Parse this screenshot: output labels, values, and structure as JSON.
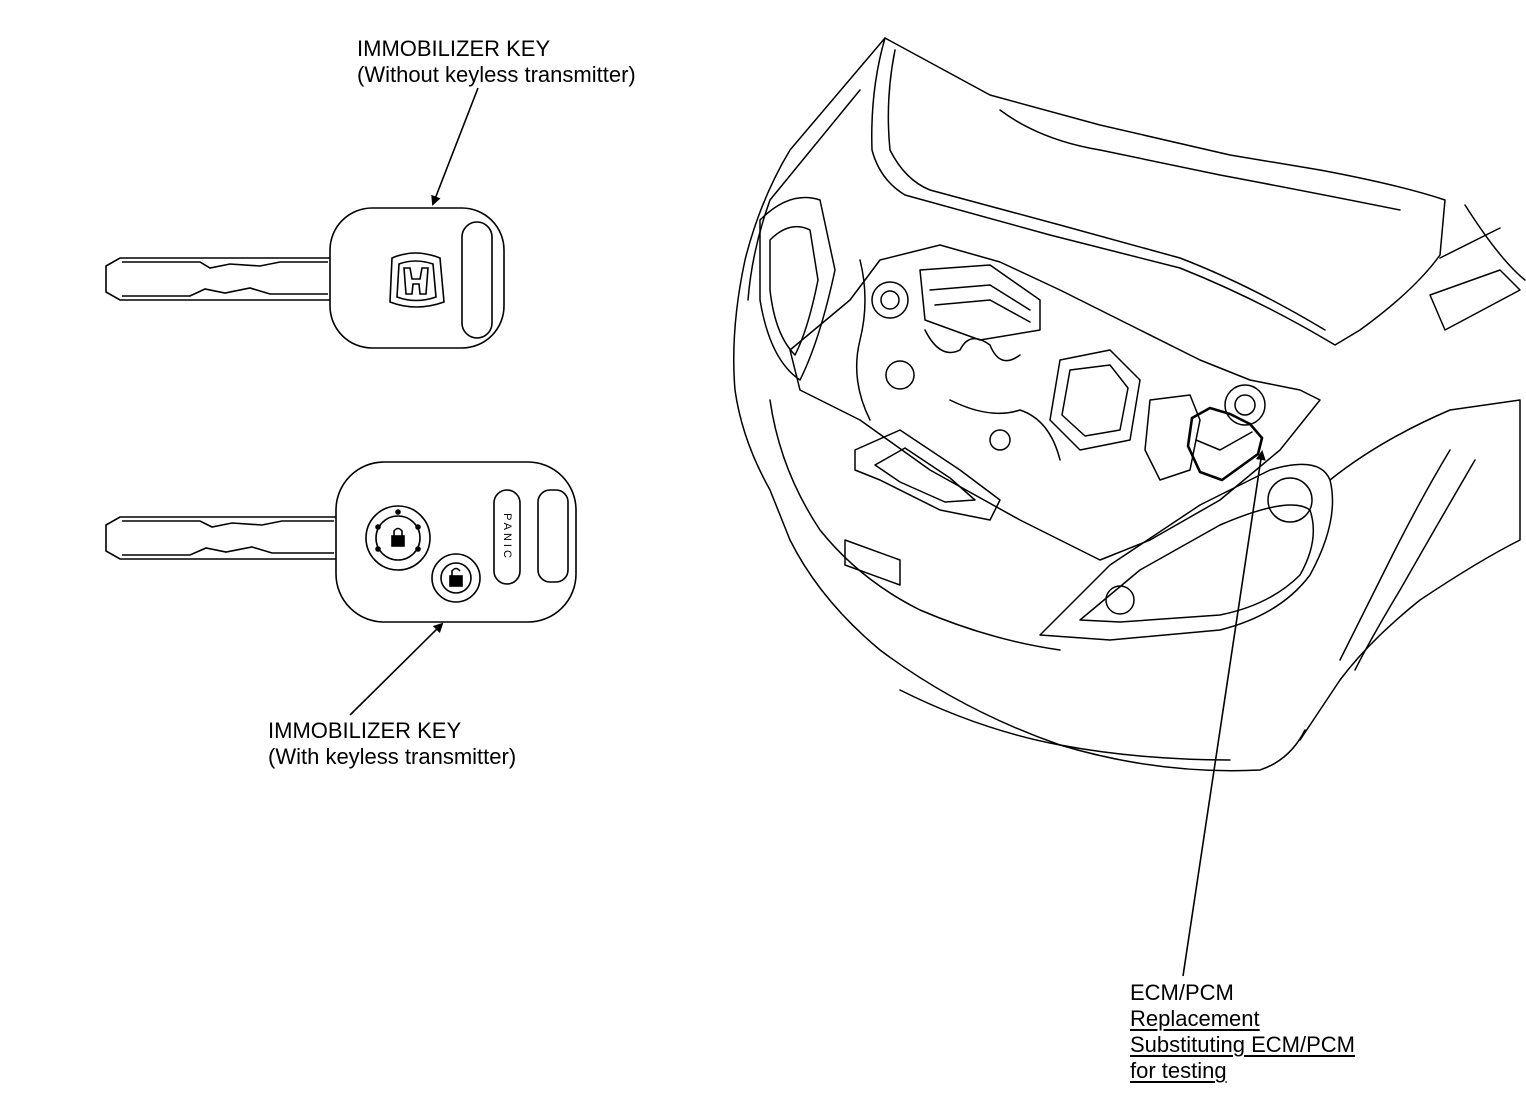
{
  "labels": {
    "key_without_transmitter": {
      "line1": "IMMOBILIZER KEY",
      "line2": "(Without keyless transmitter)"
    },
    "key_with_transmitter": {
      "line1": "IMMOBILIZER KEY",
      "line2": "(With keyless transmitter)"
    },
    "ecm_pcm": {
      "title": "ECM/PCM",
      "links": [
        "Replacement",
        "Substituting ECM/PCM",
        "for testing"
      ]
    }
  },
  "key_buttons": {
    "panic_label": "PANIC"
  },
  "colors": {
    "line": "#000000",
    "background": "#ffffff"
  }
}
